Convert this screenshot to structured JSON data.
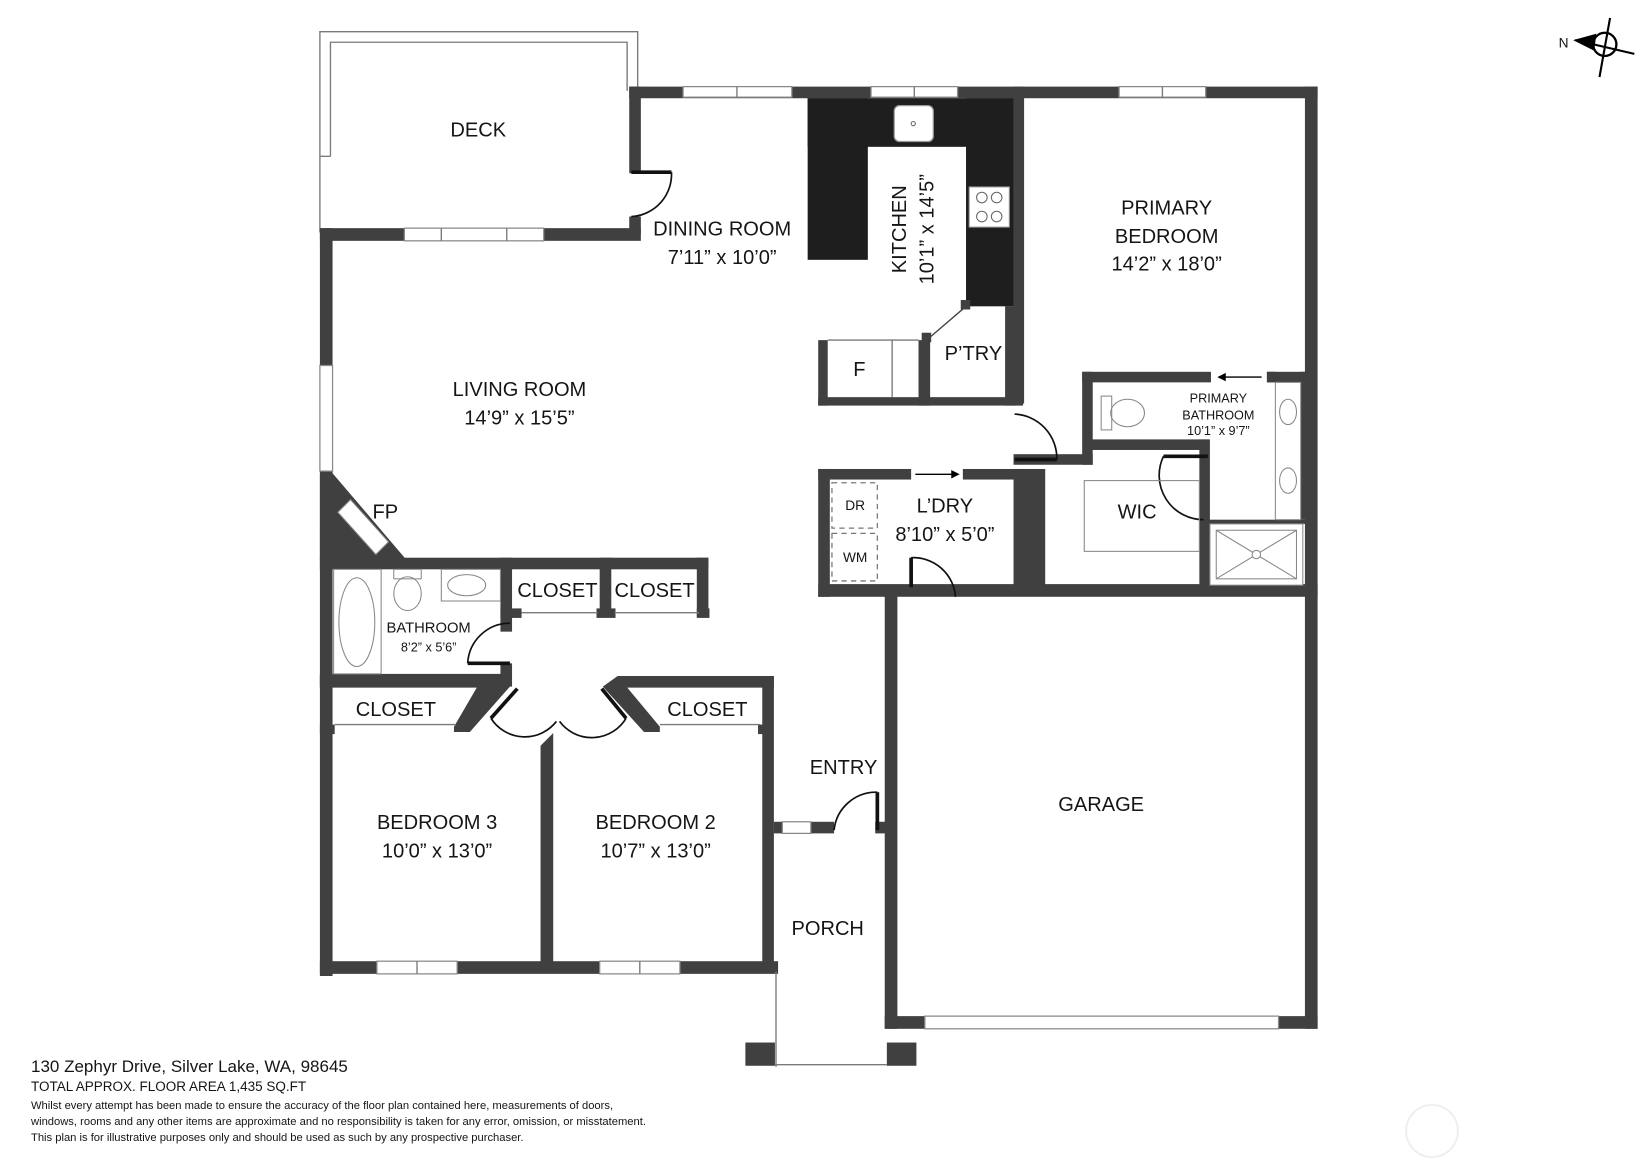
{
  "compass": {
    "label": "N"
  },
  "rooms": {
    "deck": {
      "name": "DECK"
    },
    "dining": {
      "name": "DINING ROOM",
      "dims": "7’11” x 10’0”"
    },
    "kitchen": {
      "name": "KITCHEN",
      "dims": "10’1” x 14’5”"
    },
    "primary_bedroom": {
      "name_line1": "PRIMARY",
      "name_line2": "BEDROOM",
      "dims": "14’2” x 18’0”"
    },
    "living": {
      "name": "LIVING ROOM",
      "dims": "14’9” x 15’5”"
    },
    "fridge": {
      "name": "F"
    },
    "pantry": {
      "name": "P’TRY"
    },
    "primary_bathroom": {
      "name_line1": "PRIMARY",
      "name_line2": "BATHROOM",
      "dims": "10’1” x 9’7”"
    },
    "fireplace": {
      "name": "FP"
    },
    "laundry": {
      "name": "L’DRY",
      "dims": "8’10” x 5’0”",
      "dryer": "DR",
      "washer": "WM"
    },
    "wic": {
      "name": "WIC"
    },
    "bathroom": {
      "name": "BATHROOM",
      "dims": "8’2” x 5’6”"
    },
    "closet_1": {
      "name": "CLOSET"
    },
    "closet_2": {
      "name": "CLOSET"
    },
    "closet_3": {
      "name": "CLOSET"
    },
    "closet_4": {
      "name": "CLOSET"
    },
    "entry": {
      "name": "ENTRY"
    },
    "garage": {
      "name": "GARAGE"
    },
    "bedroom3": {
      "name": "BEDROOM 3",
      "dims": "10’0” x 13’0”"
    },
    "bedroom2": {
      "name": "BEDROOM 2",
      "dims": "10’7” x 13’0”"
    },
    "porch": {
      "name": "PORCH"
    }
  },
  "footer": {
    "address": "130 Zephyr Drive, Silver Lake, WA, 98645",
    "floor_area": "TOTAL APPROX. FLOOR AREA 1,435 SQ.FT",
    "disclaimer_line1": "Whilst every attempt has been made to ensure the accuracy of the floor plan contained here, measurements of doors,",
    "disclaimer_line2": "windows, rooms and any other items are approximate and no responsibility is taken for any error, omission, or misstatement.",
    "disclaimer_line3": "This plan is for illustrative purposes only and should be used as such by any prospective purchaser."
  }
}
